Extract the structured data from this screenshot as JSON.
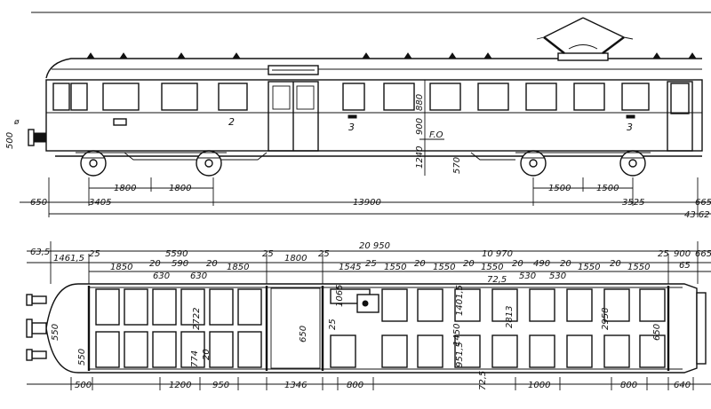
{
  "side_view": {
    "compartment_numbers": [
      "2",
      "3",
      "3"
    ],
    "pantograph_label": "F.O",
    "vertical_dims": [
      "880",
      "900",
      "1240",
      "570"
    ],
    "buffer_dim": "500",
    "horizontal_dims": [
      "650",
      "3405",
      "1800",
      "1800",
      "13900",
      "1500",
      "1500",
      "3525",
      "665",
      "43 62"
    ]
  },
  "plan_view": {
    "top_dims": [
      "63,5",
      "1461,5",
      "25",
      "5590",
      "25",
      "1800",
      "25",
      "20 950",
      "10 970",
      "25",
      "900",
      "665"
    ],
    "upper_dims": [
      "1850",
      "20",
      "590",
      "20",
      "1850",
      "1545",
      "25",
      "1550",
      "20",
      "1550",
      "20",
      "1550",
      "20",
      "490",
      "20",
      "1550",
      "20",
      "1550",
      "65"
    ],
    "sub_dims": [
      "630",
      "630",
      "72,5",
      "530",
      "530"
    ],
    "inner_dims": [
      "2722",
      "1065",
      "25",
      "650",
      "1401,5",
      "2813",
      "2958",
      "650",
      "1450",
      "951,5",
      "774",
      "20",
      "550",
      "550",
      "72,5"
    ],
    "bottom_dims": [
      "500",
      "1200",
      "950",
      "1346",
      "800",
      "1000",
      "800",
      "640"
    ]
  }
}
